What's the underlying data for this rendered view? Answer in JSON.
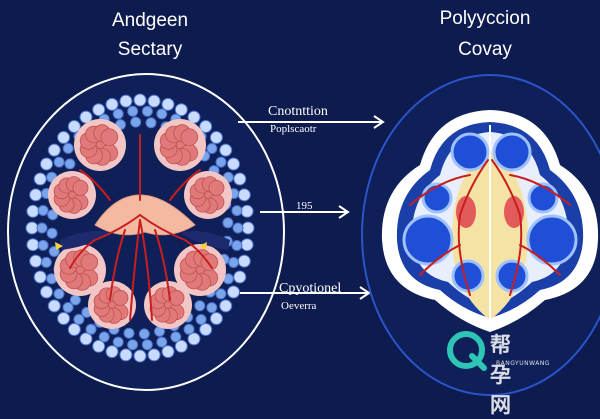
{
  "left_title": {
    "line1": "Andgeen",
    "line2": "Sectary"
  },
  "right_title": {
    "line1": "Polyyccion",
    "line2": "Covay"
  },
  "labels": {
    "top": {
      "main": "Cnotnttion",
      "sub": "Poplscaotr"
    },
    "middle": {
      "main": "195"
    },
    "bottom": {
      "main": "Cpyotionel",
      "sub": "Oeverra"
    }
  },
  "watermark": {
    "chinese": "帮孕网",
    "english": "BANGYUNWANG"
  },
  "colors": {
    "background": "#0d1b4f",
    "lobe_pink": "#e07a7a",
    "lobe_blue": "#7aa5e8",
    "vessel_red": "#c81e1e",
    "center_peach": "#f3b9a1",
    "right_yellow": "#f5e3a6",
    "watermark_teal": "#2ec4b6"
  }
}
